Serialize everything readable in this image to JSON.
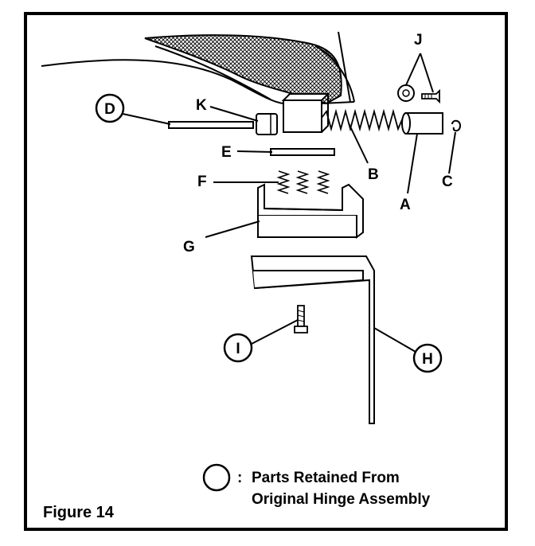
{
  "figure": {
    "caption": "Figure 14",
    "legend": {
      "symbol": "circle",
      "colon": ":",
      "line1": "Parts Retained From",
      "line2": "Original Hinge Assembly"
    },
    "labels": {
      "A": "A",
      "B": "B",
      "C": "C",
      "D": "D",
      "E": "E",
      "F": "F",
      "G": "G",
      "H": "H",
      "I": "I",
      "J": "J",
      "K": "K"
    }
  }
}
